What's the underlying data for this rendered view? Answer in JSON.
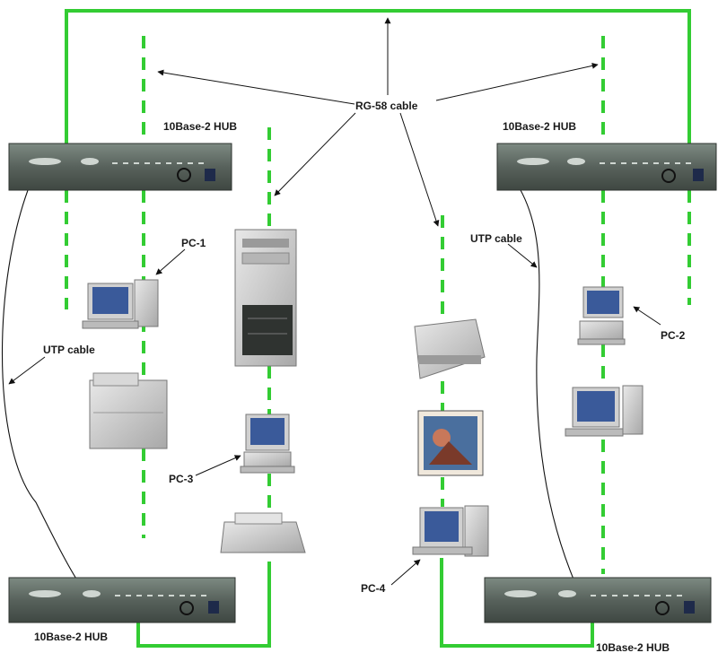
{
  "labels": {
    "rg58": "RG-58 cable",
    "hub_top_left": "10Base-2 HUB",
    "hub_top_right": "10Base-2 HUB",
    "hub_bottom_left": "10Base-2 HUB",
    "hub_bottom_right": "10Base-2 HUB",
    "utp_left": "UTP cable",
    "utp_right": "UTP cable",
    "pc1": "PC-1",
    "pc2": "PC-2",
    "pc3": "PC-3",
    "pc4": "PC-4"
  },
  "colors": {
    "cable": "#33cc33",
    "hub": "#5c6760",
    "device": "#c8c8c8"
  }
}
